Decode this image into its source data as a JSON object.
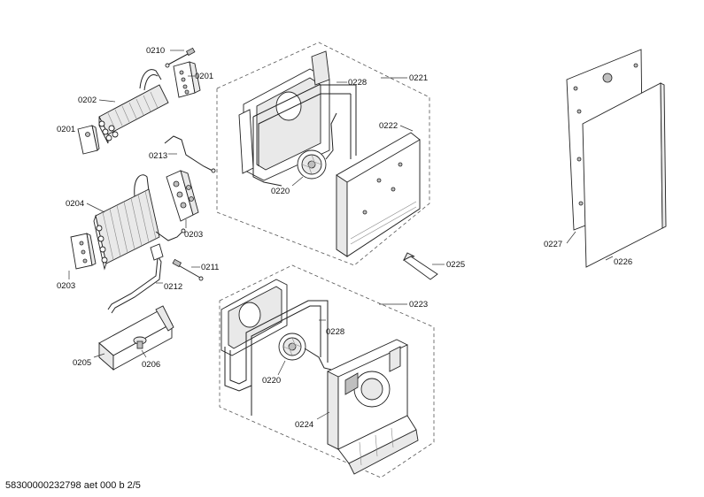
{
  "footer": "58300000232798 aet 000 b 2/5",
  "labels": {
    "p0210": "0210",
    "p0201a": "0201",
    "p0202": "0202",
    "p0201b": "0201",
    "p0213": "0213",
    "p0204": "0204",
    "p0203a": "0203",
    "p0203b": "0203",
    "p0211": "0211",
    "p0212": "0212",
    "p0205": "0205",
    "p0206": "0206",
    "p0221": "0221",
    "p0228a": "0228",
    "p0222": "0222",
    "p0220a": "0220",
    "p0225": "0225",
    "p0223": "0223",
    "p0228b": "0228",
    "p0220b": "0220",
    "p0224": "0224",
    "p0227": "0227",
    "p0226": "0226"
  }
}
